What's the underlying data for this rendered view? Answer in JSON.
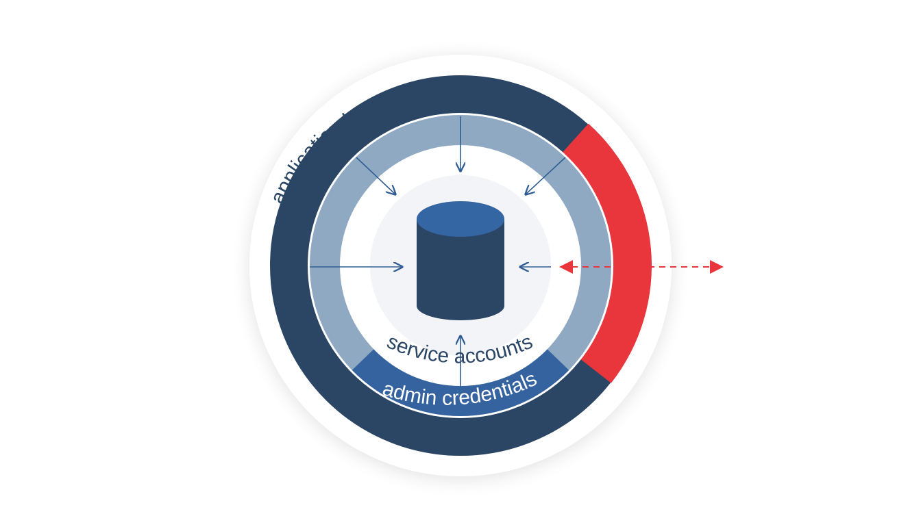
{
  "labels": {
    "outer_ring": "application layer",
    "middle_ring": "service accounts",
    "inner_band": "admin credentials"
  },
  "colors": {
    "background": "#ffffff",
    "halo": "#ffffff",
    "outer_ring": "#2b4664",
    "middle_ring": "#8fa9c3",
    "inner_band": "#3563a0",
    "core_disc": "#f2f4f7",
    "cylinder_body": "#2b4664",
    "cylinder_top": "#3466a4",
    "breach": "#e8363c",
    "arrow": "#2f5d93",
    "outer_label_text": "#2b4664",
    "band_label_text": "#ffffff"
  },
  "icons": {
    "core": "database-cylinder-icon"
  }
}
